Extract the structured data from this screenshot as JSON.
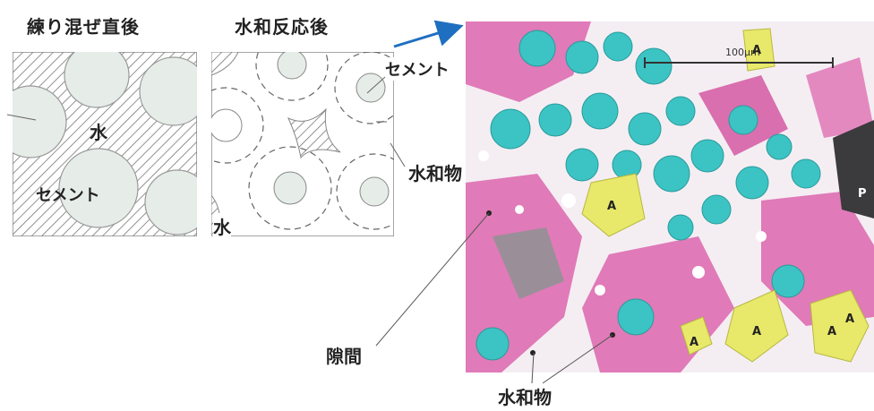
{
  "panel_before": {
    "title": "練り混ぜ直後",
    "label_water": "水",
    "label_cement": "セメント"
  },
  "panel_after": {
    "title": "水和反応後",
    "label_cement": "セメント",
    "label_hydrate": "水和物",
    "label_water": "水"
  },
  "micrograph": {
    "scale_text": "100μm",
    "grain_letters": [
      "A",
      "A",
      "A",
      "A",
      "A",
      "P",
      "A"
    ]
  },
  "callouts": {
    "gap": "隙間",
    "hydrate": "水和物"
  },
  "colors": {
    "hatch": "#777777",
    "cement_fill": "#e6ece8",
    "cement_stroke": "#999999",
    "arrow_blue": "#1f6fc0",
    "micro_magenta": "#e07ab8",
    "micro_cyan": "#3cc4c4",
    "micro_yellow": "#e8e86a"
  }
}
